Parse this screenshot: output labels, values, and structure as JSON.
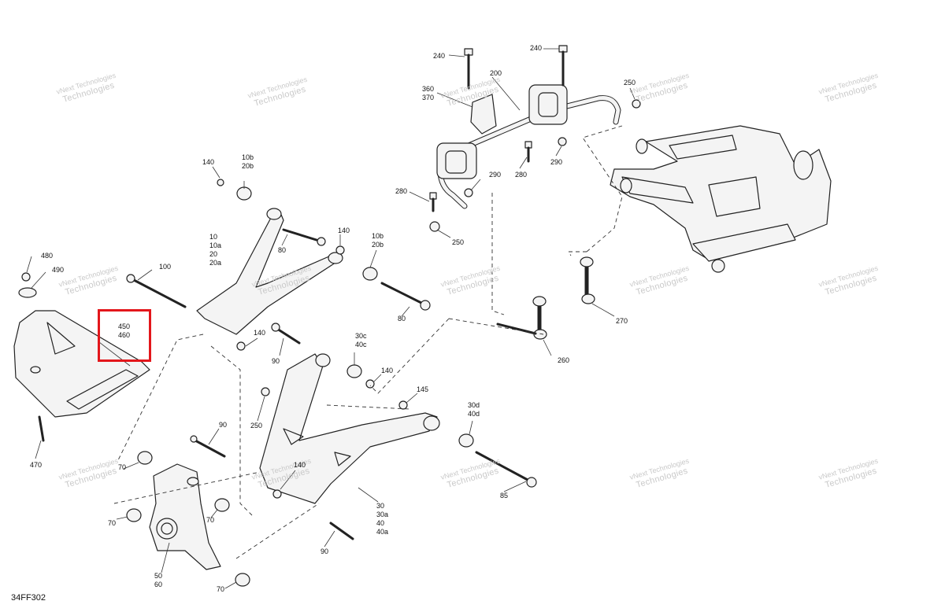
{
  "watermark": {
    "line1": "vNext Technologies",
    "line2": "Technologies"
  },
  "reference": "34FF302",
  "colors": {
    "highlight": "#e3161b",
    "line": "#222222",
    "part_fill": "#f4f4f4",
    "watermark": "#c9c9c9"
  },
  "labels": {
    "l240a": "240",
    "l240b": "240",
    "l200": "200",
    "l250a": "250",
    "l360": "360",
    "l370": "370",
    "l290a": "290",
    "l280a": "280",
    "l290b": "290",
    "l280b": "280",
    "l250b": "250",
    "l140a": "140",
    "l10b": "10b",
    "l20b": "20b",
    "l10": "10",
    "l10a": "10a",
    "l20": "20",
    "l20a": "20a",
    "l80a": "80",
    "l140b": "140",
    "l10b2": "10b",
    "l20b2": "20b",
    "l80b": "80",
    "l480": "480",
    "l490": "490",
    "l100": "100",
    "l450": "450",
    "l460": "460",
    "l470": "470",
    "l140c": "140",
    "l90a": "90",
    "l30c": "30c",
    "l40c": "40c",
    "l140d": "140",
    "l145": "145",
    "l260": "260",
    "l270": "270",
    "l250c": "250",
    "l90b": "90",
    "l30d": "30d",
    "l40d": "40d",
    "l70a": "70",
    "l140e": "140",
    "l85": "85",
    "l70b": "70",
    "l70c": "70",
    "l30": "30",
    "l30a": "30a",
    "l40": "40",
    "l40a": "40a",
    "l90c": "90",
    "l50": "50",
    "l60": "60",
    "l70d": "70"
  }
}
